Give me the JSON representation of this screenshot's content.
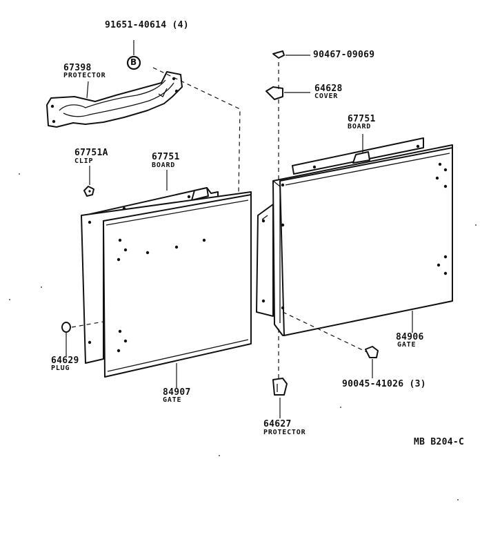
{
  "callouts": [
    {
      "key": "bolt_top_left",
      "number": "91651-40614 (4)",
      "name": ""
    },
    {
      "key": "protector_bar",
      "number": "67398",
      "name": "PROTECTOR"
    },
    {
      "key": "screw_top",
      "number": "90467-09069",
      "name": ""
    },
    {
      "key": "cover",
      "number": "64628",
      "name": "COVER"
    },
    {
      "key": "board_right",
      "number": "67751",
      "name": "BOARD"
    },
    {
      "key": "clip",
      "number": "67751A",
      "name": "CLIP"
    },
    {
      "key": "board_left",
      "number": "67751",
      "name": "BOARD"
    },
    {
      "key": "gate_right",
      "number": "84906",
      "name": "GATE"
    },
    {
      "key": "plug",
      "number": "64629",
      "name": "PLUG"
    },
    {
      "key": "bolt_right",
      "number": "90045-41026 (3)",
      "name": ""
    },
    {
      "key": "gate_left",
      "number": "84907",
      "name": "GATE"
    },
    {
      "key": "protector_bottom",
      "number": "64627",
      "name": "PROTECTOR"
    }
  ],
  "bolt_marker": "B",
  "drawing_code": "MB B204-C"
}
